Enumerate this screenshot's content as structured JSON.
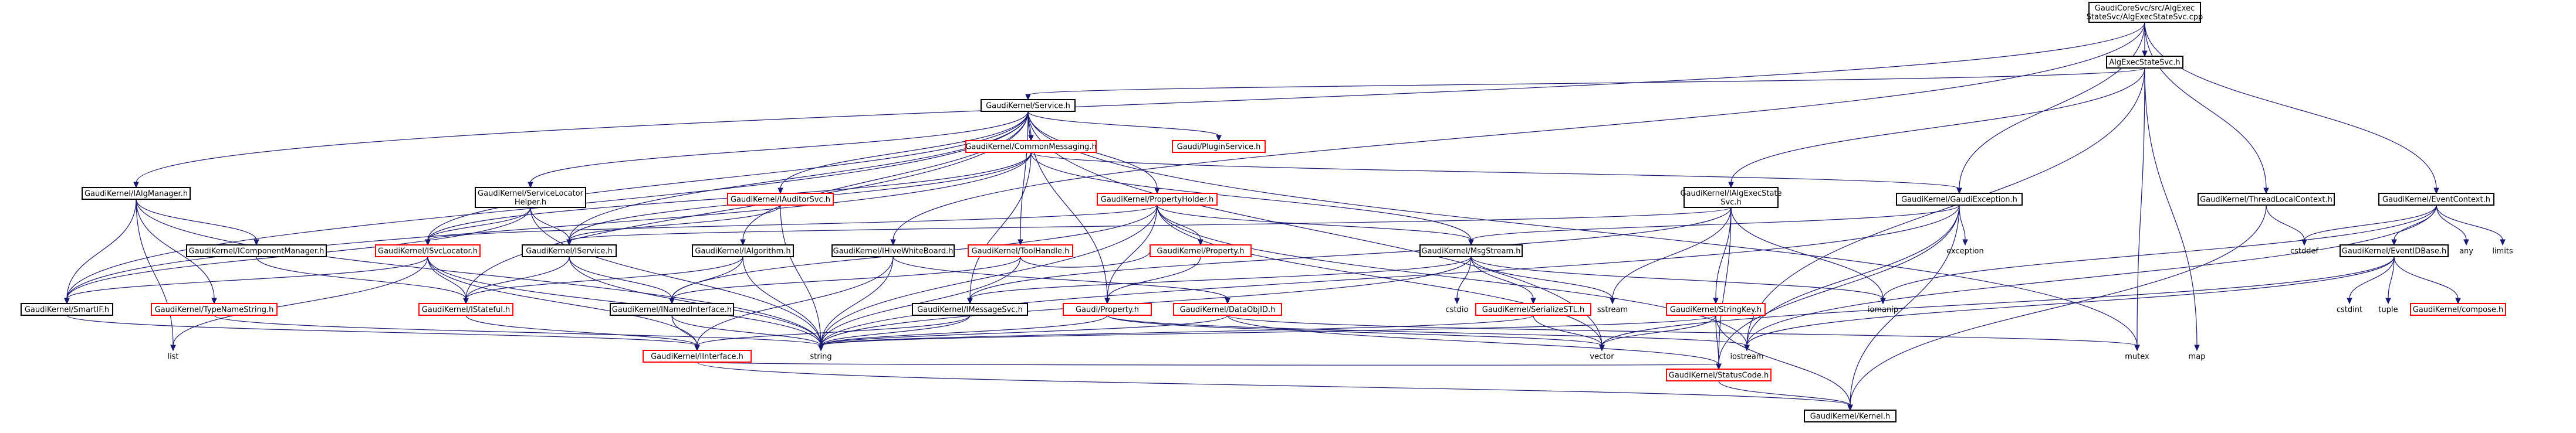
{
  "diagram": {
    "colors": {
      "edge": "#191970",
      "box_black": "#000000",
      "box_red": "#ff0000",
      "root_fill": "#bfbfbf",
      "plain_fill": "#ffffff"
    },
    "nodes": [
      {
        "id": "root",
        "lines": [
          "GaudiCoreSvc/src/AlgExec",
          "StateSvc/AlgExecStateSvc.cpp"
        ],
        "style": "root"
      },
      {
        "id": "algexecstatesvc_h",
        "lines": [
          "AlgExecStateSvc.h"
        ],
        "style": "black"
      },
      {
        "id": "service_h",
        "lines": [
          "GaudiKernel/Service.h"
        ],
        "style": "black"
      },
      {
        "id": "commonmessaging_h",
        "lines": [
          "GaudiKernel/CommonMessaging.h"
        ],
        "style": "red"
      },
      {
        "id": "pluginservice_h",
        "lines": [
          "Gaudi/PluginService.h"
        ],
        "style": "red"
      },
      {
        "id": "ialgmanager_h",
        "lines": [
          "GaudiKernel/IAlgManager.h"
        ],
        "style": "black"
      },
      {
        "id": "iauditorsvc_h",
        "lines": [
          "GaudiKernel/IAuditorSvc.h"
        ],
        "style": "red"
      },
      {
        "id": "propertyholder_h",
        "lines": [
          "GaudiKernel/PropertyHolder.h"
        ],
        "style": "red"
      },
      {
        "id": "servicelocatorhelper_h",
        "lines": [
          "GaudiKernel/ServiceLocator",
          "Helper.h"
        ],
        "style": "black"
      },
      {
        "id": "ialgexecstatesvc_h",
        "lines": [
          "GaudiKernel/IAlgExecState",
          "Svc.h"
        ],
        "style": "black"
      },
      {
        "id": "gaudiexception_h",
        "lines": [
          "GaudiKernel/GaudiException.h"
        ],
        "style": "black"
      },
      {
        "id": "threadlocalcontext_h",
        "lines": [
          "GaudiKernel/ThreadLocalContext.h"
        ],
        "style": "black"
      },
      {
        "id": "eventcontext_h",
        "lines": [
          "GaudiKernel/EventContext.h"
        ],
        "style": "black"
      },
      {
        "id": "icomponentmanager_h",
        "lines": [
          "GaudiKernel/IComponentManager.h"
        ],
        "style": "black"
      },
      {
        "id": "isvclocator_h",
        "lines": [
          "GaudiKernel/ISvcLocator.h"
        ],
        "style": "red"
      },
      {
        "id": "iservice_h",
        "lines": [
          "GaudiKernel/IService.h"
        ],
        "style": "black"
      },
      {
        "id": "ialgorithm_h",
        "lines": [
          "GaudiKernel/IAlgorithm.h"
        ],
        "style": "black"
      },
      {
        "id": "ihivewhiteboard_h",
        "lines": [
          "GaudiKernel/IHiveWhiteBoard.h"
        ],
        "style": "black"
      },
      {
        "id": "toolhandle_h",
        "lines": [
          "GaudiKernel/ToolHandle.h"
        ],
        "style": "red"
      },
      {
        "id": "gaudikernel_property_h",
        "lines": [
          "GaudiKernel/Property.h"
        ],
        "style": "red"
      },
      {
        "id": "msgstream_h",
        "lines": [
          "GaudiKernel/MsgStream.h"
        ],
        "style": "black"
      },
      {
        "id": "eventidbase_h",
        "lines": [
          "GaudiKernel/EventIDBase.h"
        ],
        "style": "black"
      },
      {
        "id": "smartif_h",
        "lines": [
          "GaudiKernel/SmartIF.h"
        ],
        "style": "black"
      },
      {
        "id": "typenamestring_h",
        "lines": [
          "GaudiKernel/TypeNameString.h"
        ],
        "style": "red"
      },
      {
        "id": "istateful_h",
        "lines": [
          "GaudiKernel/IStateful.h"
        ],
        "style": "red"
      },
      {
        "id": "inamedinterface_h",
        "lines": [
          "GaudiKernel/INamedInterface.h"
        ],
        "style": "black"
      },
      {
        "id": "imessagesvc_h",
        "lines": [
          "GaudiKernel/IMessageSvc.h"
        ],
        "style": "black"
      },
      {
        "id": "gaudi_property_h",
        "lines": [
          "Gaudi/Property.h"
        ],
        "style": "red"
      },
      {
        "id": "dataobjid_h",
        "lines": [
          "GaudiKernel/DataObjID.h"
        ],
        "style": "red"
      },
      {
        "id": "serializestl_h",
        "lines": [
          "GaudiKernel/SerializeSTL.h"
        ],
        "style": "red"
      },
      {
        "id": "stringkey_h",
        "lines": [
          "GaudiKernel/StringKey.h"
        ],
        "style": "red"
      },
      {
        "id": "compose_h",
        "lines": [
          "GaudiKernel/compose.h"
        ],
        "style": "red"
      },
      {
        "id": "iinterface_h",
        "lines": [
          "GaudiKernel/IInterface.h"
        ],
        "style": "red"
      },
      {
        "id": "statuscode_h",
        "lines": [
          "GaudiKernel/StatusCode.h"
        ],
        "style": "red"
      },
      {
        "id": "kernel_h",
        "lines": [
          "GaudiKernel/Kernel.h"
        ],
        "style": "black"
      },
      {
        "id": "list",
        "lines": [
          "list"
        ],
        "style": "plain"
      },
      {
        "id": "string",
        "lines": [
          "string"
        ],
        "style": "plain"
      },
      {
        "id": "cstdio",
        "lines": [
          "cstdio"
        ],
        "style": "plain"
      },
      {
        "id": "sstream",
        "lines": [
          "sstream"
        ],
        "style": "plain"
      },
      {
        "id": "iomanip",
        "lines": [
          "iomanip"
        ],
        "style": "plain"
      },
      {
        "id": "exception",
        "lines": [
          "exception"
        ],
        "style": "plain"
      },
      {
        "id": "vector",
        "lines": [
          "vector"
        ],
        "style": "plain"
      },
      {
        "id": "iostream",
        "lines": [
          "iostream"
        ],
        "style": "plain"
      },
      {
        "id": "mutex",
        "lines": [
          "mutex"
        ],
        "style": "plain"
      },
      {
        "id": "map",
        "lines": [
          "map"
        ],
        "style": "plain"
      },
      {
        "id": "cstddef",
        "lines": [
          "cstddef"
        ],
        "style": "plain"
      },
      {
        "id": "any",
        "lines": [
          "any"
        ],
        "style": "plain"
      },
      {
        "id": "limits",
        "lines": [
          "limits"
        ],
        "style": "plain"
      },
      {
        "id": "cstdint",
        "lines": [
          "cstdint"
        ],
        "style": "plain"
      },
      {
        "id": "tuple",
        "lines": [
          "tuple"
        ],
        "style": "plain"
      }
    ],
    "edges": [
      [
        "root",
        "algexecstatesvc_h"
      ],
      [
        "root",
        "ialgmanager_h"
      ],
      [
        "root",
        "ihivewhiteboard_h"
      ],
      [
        "root",
        "gaudiexception_h"
      ],
      [
        "root",
        "threadlocalcontext_h"
      ],
      [
        "root",
        "eventcontext_h"
      ],
      [
        "algexecstatesvc_h",
        "service_h"
      ],
      [
        "algexecstatesvc_h",
        "ialgexecstatesvc_h"
      ],
      [
        "algexecstatesvc_h",
        "mutex"
      ],
      [
        "algexecstatesvc_h",
        "map"
      ],
      [
        "algexecstatesvc_h",
        "iostream"
      ],
      [
        "service_h",
        "commonmessaging_h"
      ],
      [
        "service_h",
        "pluginservice_h"
      ],
      [
        "service_h",
        "iauditorsvc_h"
      ],
      [
        "service_h",
        "propertyholder_h"
      ],
      [
        "service_h",
        "servicelocatorhelper_h"
      ],
      [
        "service_h",
        "smartif_h"
      ],
      [
        "service_h",
        "isvclocator_h"
      ],
      [
        "service_h",
        "iservice_h"
      ],
      [
        "service_h",
        "toolhandle_h"
      ],
      [
        "service_h",
        "gaudi_property_h"
      ],
      [
        "service_h",
        "istateful_h"
      ],
      [
        "service_h",
        "ialgorithm_h"
      ],
      [
        "service_h",
        "mutex"
      ],
      [
        "service_h",
        "vector"
      ],
      [
        "commonmessaging_h",
        "msgstream_h"
      ],
      [
        "commonmessaging_h",
        "imessagesvc_h"
      ],
      [
        "commonmessaging_h",
        "gaudiexception_h"
      ],
      [
        "commonmessaging_h",
        "smartif_h"
      ],
      [
        "commonmessaging_h",
        "isvclocator_h"
      ],
      [
        "commonmessaging_h",
        "iservice_h"
      ],
      [
        "ialgmanager_h",
        "icomponentmanager_h"
      ],
      [
        "ialgmanager_h",
        "smartif_h"
      ],
      [
        "ialgmanager_h",
        "typenamestring_h"
      ],
      [
        "ialgmanager_h",
        "list"
      ],
      [
        "ialgmanager_h",
        "string"
      ],
      [
        "iauditorsvc_h",
        "iservice_h"
      ],
      [
        "iauditorsvc_h",
        "string"
      ],
      [
        "propertyholder_h",
        "gaudikernel_property_h"
      ],
      [
        "propertyholder_h",
        "gaudi_property_h"
      ],
      [
        "propertyholder_h",
        "inamedinterface_h"
      ],
      [
        "propertyholder_h",
        "isvclocator_h"
      ],
      [
        "propertyholder_h",
        "msgstream_h"
      ],
      [
        "propertyholder_h",
        "string"
      ],
      [
        "propertyholder_h",
        "iostream"
      ],
      [
        "propertyholder_h",
        "vector"
      ],
      [
        "servicelocatorhelper_h",
        "isvclocator_h"
      ],
      [
        "servicelocatorhelper_h",
        "smartif_h"
      ],
      [
        "servicelocatorhelper_h",
        "iservice_h"
      ],
      [
        "servicelocatorhelper_h",
        "string"
      ],
      [
        "ialgexecstatesvc_h",
        "iservice_h"
      ],
      [
        "ialgexecstatesvc_h",
        "imessagesvc_h"
      ],
      [
        "ialgexecstatesvc_h",
        "stringkey_h"
      ],
      [
        "ialgexecstatesvc_h",
        "statuscode_h"
      ],
      [
        "ialgexecstatesvc_h",
        "iomanip"
      ],
      [
        "ialgexecstatesvc_h",
        "sstream"
      ],
      [
        "gaudiexception_h",
        "msgstream_h"
      ],
      [
        "gaudiexception_h",
        "statuscode_h"
      ],
      [
        "gaudiexception_h",
        "kernel_h"
      ],
      [
        "gaudiexception_h",
        "exception"
      ],
      [
        "gaudiexception_h",
        "iostream"
      ],
      [
        "gaudiexception_h",
        "string"
      ],
      [
        "threadlocalcontext_h",
        "kernel_h"
      ],
      [
        "threadlocalcontext_h",
        "cstddef"
      ],
      [
        "eventcontext_h",
        "eventidbase_h"
      ],
      [
        "eventcontext_h",
        "cstddef"
      ],
      [
        "eventcontext_h",
        "any"
      ],
      [
        "eventcontext_h",
        "limits"
      ],
      [
        "eventcontext_h",
        "iostream"
      ],
      [
        "eventcontext_h",
        "iomanip"
      ],
      [
        "icomponentmanager_h",
        "istateful_h"
      ],
      [
        "isvclocator_h",
        "smartif_h"
      ],
      [
        "isvclocator_h",
        "istateful_h"
      ],
      [
        "isvclocator_h",
        "iinterface_h"
      ],
      [
        "isvclocator_h",
        "list"
      ],
      [
        "isvclocator_h",
        "string"
      ],
      [
        "iservice_h",
        "inamedinterface_h"
      ],
      [
        "iservice_h",
        "istateful_h"
      ],
      [
        "iservice_h",
        "string"
      ],
      [
        "ialgorithm_h",
        "inamedinterface_h"
      ],
      [
        "ialgorithm_h",
        "istateful_h"
      ],
      [
        "ialgorithm_h",
        "string"
      ],
      [
        "ihivewhiteboard_h",
        "iinterface_h"
      ],
      [
        "ihivewhiteboard_h",
        "dataobjid_h"
      ],
      [
        "ihivewhiteboard_h",
        "string"
      ],
      [
        "toolhandle_h",
        "inamedinterface_h"
      ],
      [
        "toolhandle_h",
        "gaudikernel_property_h"
      ],
      [
        "toolhandle_h",
        "string"
      ],
      [
        "gaudikernel_property_h",
        "gaudi_property_h"
      ],
      [
        "msgstream_h",
        "imessagesvc_h"
      ],
      [
        "msgstream_h",
        "serializestl_h"
      ],
      [
        "msgstream_h",
        "cstdio"
      ],
      [
        "msgstream_h",
        "sstream"
      ],
      [
        "msgstream_h",
        "iomanip"
      ],
      [
        "msgstream_h",
        "string"
      ],
      [
        "eventidbase_h",
        "compose_h"
      ],
      [
        "eventidbase_h",
        "cstdint"
      ],
      [
        "eventidbase_h",
        "tuple"
      ],
      [
        "eventidbase_h",
        "iostream"
      ],
      [
        "eventidbase_h",
        "vector"
      ],
      [
        "smartif_h",
        "iinterface_h"
      ],
      [
        "typenamestring_h",
        "string"
      ],
      [
        "istateful_h",
        "iinterface_h"
      ],
      [
        "inamedinterface_h",
        "iinterface_h"
      ],
      [
        "inamedinterface_h",
        "string"
      ],
      [
        "imessagesvc_h",
        "iinterface_h"
      ],
      [
        "imessagesvc_h",
        "string"
      ],
      [
        "gaudi_property_h",
        "string"
      ],
      [
        "gaudi_property_h",
        "iostream"
      ],
      [
        "gaudi_property_h",
        "vector"
      ],
      [
        "dataobjid_h",
        "string"
      ],
      [
        "dataobjid_h",
        "mutex"
      ],
      [
        "dataobjid_h",
        "statuscode_h"
      ],
      [
        "serializestl_h",
        "vector"
      ],
      [
        "serializestl_h",
        "string"
      ],
      [
        "stringkey_h",
        "string"
      ],
      [
        "stringkey_h",
        "vector"
      ],
      [
        "stringkey_h",
        "kernel_h"
      ],
      [
        "stringkey_h",
        "statuscode_h"
      ],
      [
        "iinterface_h",
        "statuscode_h"
      ],
      [
        "iinterface_h",
        "kernel_h"
      ],
      [
        "statuscode_h",
        "kernel_h"
      ]
    ]
  }
}
